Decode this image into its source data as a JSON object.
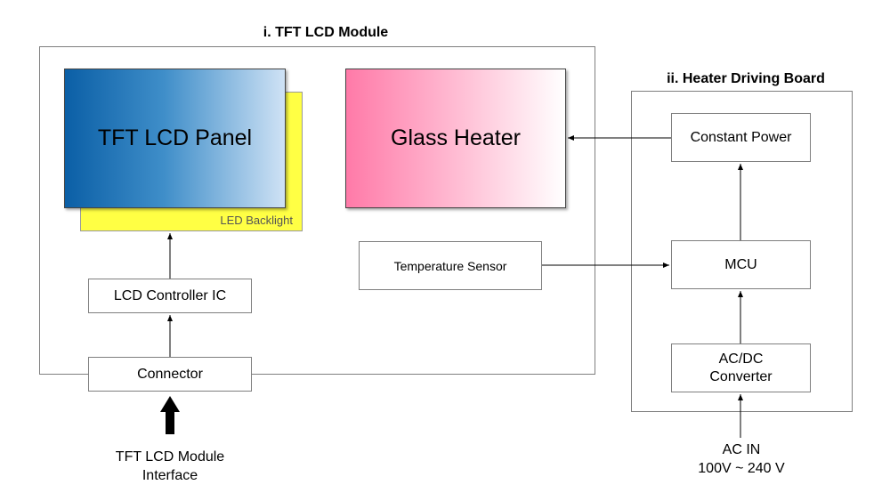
{
  "module": {
    "title": "i. TFT LCD Module"
  },
  "heater_board": {
    "title": "ii. Heater Driving Board"
  },
  "blocks": {
    "tft_panel": "TFT LCD Panel",
    "led_backlight": "LED Backlight",
    "glass_heater": "Glass Heater",
    "temperature_sensor": "Temperature Sensor",
    "lcd_controller": "LCD Controller IC",
    "connector": "Connector",
    "constant_power": "Constant Power",
    "mcu": "MCU",
    "acdc_line1": "AC/DC",
    "acdc_line2": "Converter"
  },
  "external": {
    "interface_line1": "TFT LCD Module",
    "interface_line2": "Interface",
    "ac_in_line1": "AC IN",
    "ac_in_line2": "100V ~ 240 V"
  },
  "colors": {
    "panel_gradient": [
      "#0b5fa6",
      "#cfe2f5"
    ],
    "heater_gradient": [
      "#ff7aa8",
      "#ffffff"
    ],
    "backlight": "#ffff44",
    "frame": "#7f7f7f"
  }
}
